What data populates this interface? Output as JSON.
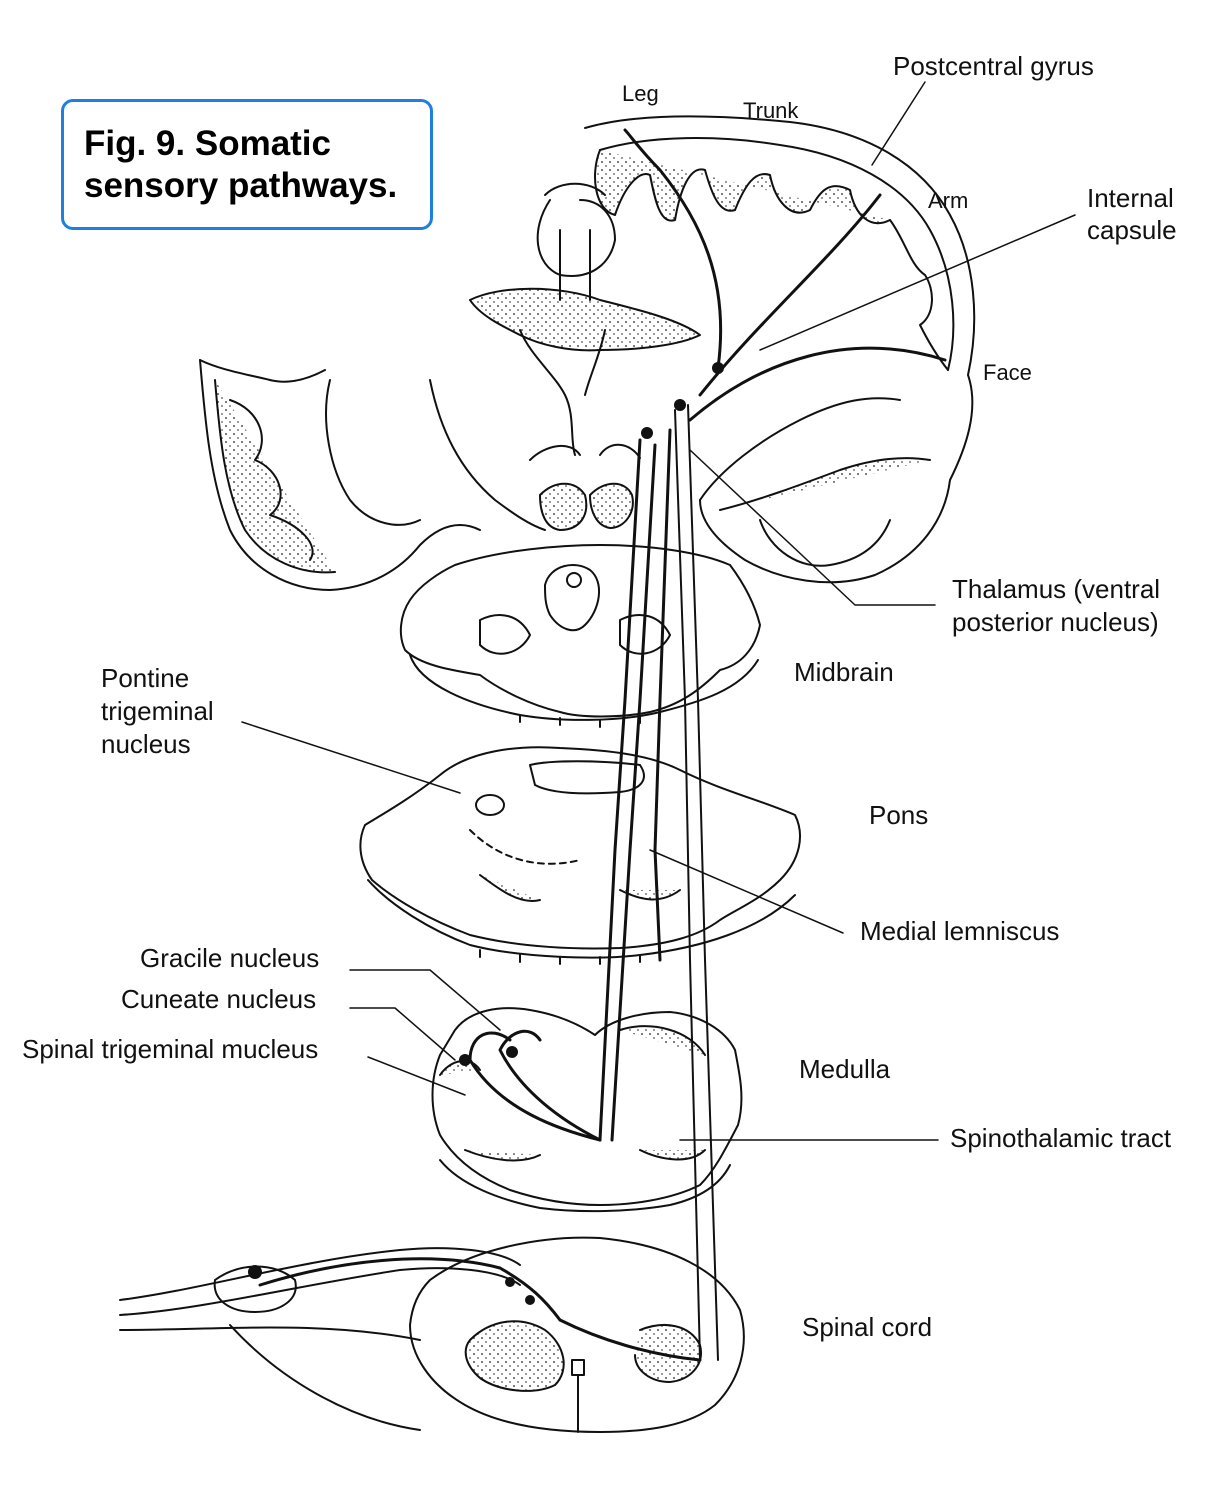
{
  "title": {
    "line1": "Fig. 9.  Somatic",
    "line2": "sensory pathways."
  },
  "colors": {
    "title_border": "#1f7fe0",
    "ink": "#111111",
    "stipple": "#555555"
  },
  "labels": {
    "postcentral_gyrus": "Postcentral gyrus",
    "leg": "Leg",
    "trunk": "Trunk",
    "arm": "Arm",
    "face": "Face",
    "internal_capsule_1": "Internal",
    "internal_capsule_2": "capsule",
    "thalamus_1": "Thalamus  (ventral",
    "thalamus_2": "posterior nucleus)",
    "midbrain": "Midbrain",
    "pontine_1": "Pontine",
    "pontine_2": "trigeminal",
    "pontine_3": "nucleus",
    "pons": "Pons",
    "medial_lemniscus": "Medial lemniscus",
    "gracile_nucleus": "Gracile nucleus",
    "cuneate_nucleus": "Cuneate nucleus",
    "spinal_trigeminal": "Spinal trigeminal mucleus",
    "medulla": "Medulla",
    "spinothalamic_tract": "Spinothalamic tract",
    "spinal_cord": "Spinal cord"
  }
}
